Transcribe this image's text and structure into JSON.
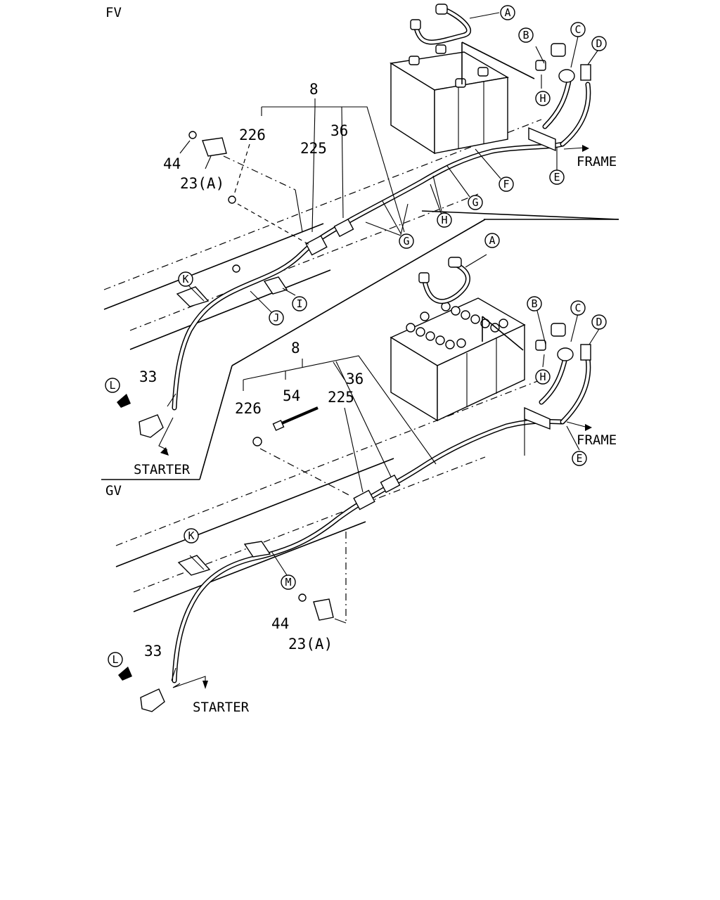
{
  "views": {
    "fv": {
      "title": "FV"
    },
    "gv": {
      "title": "GV"
    }
  },
  "parts": {
    "p8": "8",
    "p226": "226",
    "p225": "225",
    "p36": "36",
    "p44": "44",
    "p23a": "23(A)",
    "p33": "33",
    "p54": "54"
  },
  "callouts": {
    "A": "A",
    "B": "B",
    "C": "C",
    "D": "D",
    "E": "E",
    "F": "F",
    "G": "G",
    "H": "H",
    "I": "I",
    "J": "J",
    "K": "K",
    "L": "L",
    "M": "M"
  },
  "texts": {
    "frame": "FRAME",
    "starter": "STARTER"
  }
}
